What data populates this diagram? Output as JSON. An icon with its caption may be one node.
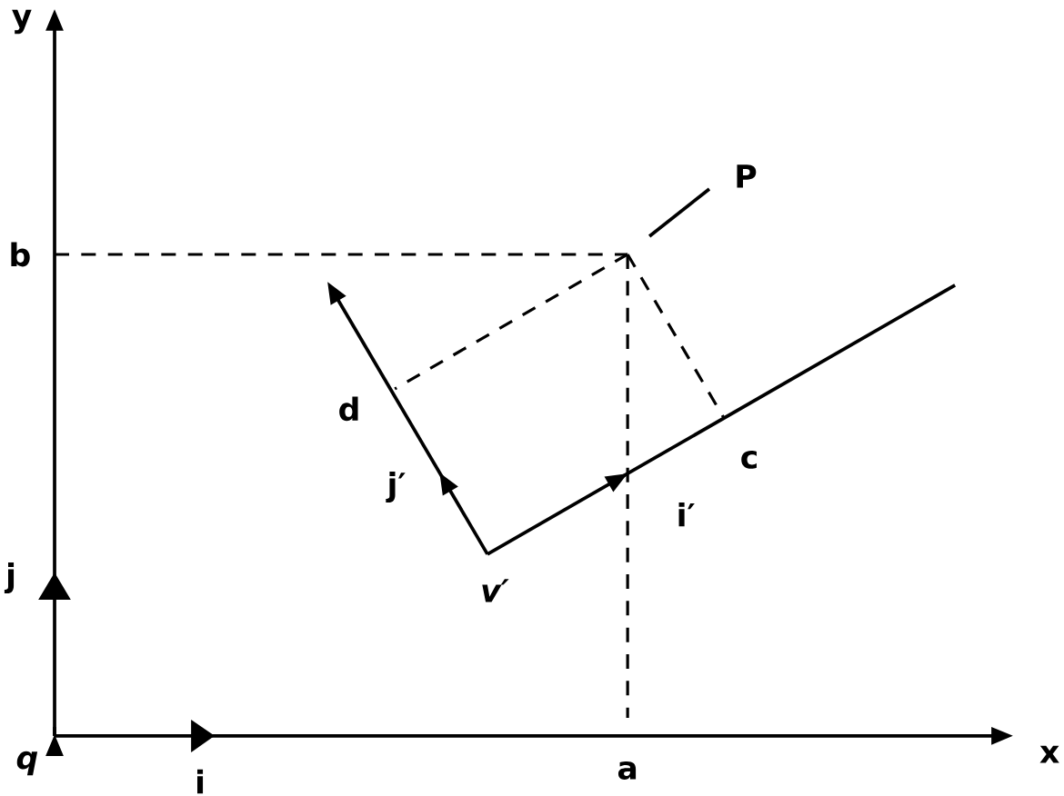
{
  "diagram": {
    "labels": [
      "y",
      "b",
      "P",
      "d",
      "c",
      "j′",
      "i′",
      "j",
      "v′",
      "q",
      "i",
      "a",
      "x"
    ]
  }
}
